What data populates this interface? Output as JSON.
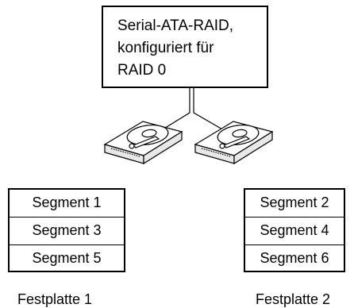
{
  "controller": {
    "lines": [
      "Serial-ATA-RAID,",
      "konfiguriert für",
      "RAID 0"
    ]
  },
  "disks": [
    {
      "label": "Festplatte 1",
      "segments": [
        "Segment 1",
        "Segment 3",
        "Segment 5"
      ]
    },
    {
      "label": "Festplatte 2",
      "segments": [
        "Segment 2",
        "Segment 4",
        "Segment 6"
      ]
    }
  ],
  "colors": {
    "line": "#000000",
    "background": "#ffffff",
    "disk_shade": "#e8e8e8"
  }
}
